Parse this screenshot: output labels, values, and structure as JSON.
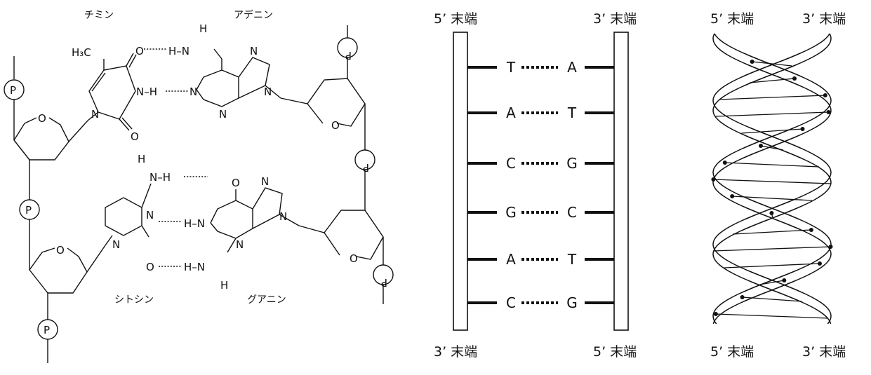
{
  "chemical_structure": {
    "thymine_label": "チミン",
    "adenine_label": "アデニン",
    "cytosine_label": "シトシン",
    "guanine_label": "グアニン",
    "phosphate": "P",
    "atoms": {
      "h3c": "H₃C",
      "o": "O",
      "n": "N",
      "h": "H",
      "nh": "N–H",
      "hn": "H–N"
    }
  },
  "ladder": {
    "left_top_end": "5’ 末端",
    "right_top_end": "3’ 末端",
    "left_bottom_end": "3’ 末端",
    "right_bottom_end": "5’ 末端",
    "pairs": [
      {
        "left": "T",
        "right": "A"
      },
      {
        "left": "A",
        "right": "T"
      },
      {
        "left": "C",
        "right": "G"
      },
      {
        "left": "G",
        "right": "C"
      },
      {
        "left": "A",
        "right": "T"
      },
      {
        "left": "C",
        "right": "G"
      }
    ]
  },
  "helix": {
    "left_top_end": "5’ 末端",
    "right_top_end": "3’ 末端",
    "left_bottom_end": "5’ 末端",
    "right_bottom_end": "3’ 末端"
  }
}
